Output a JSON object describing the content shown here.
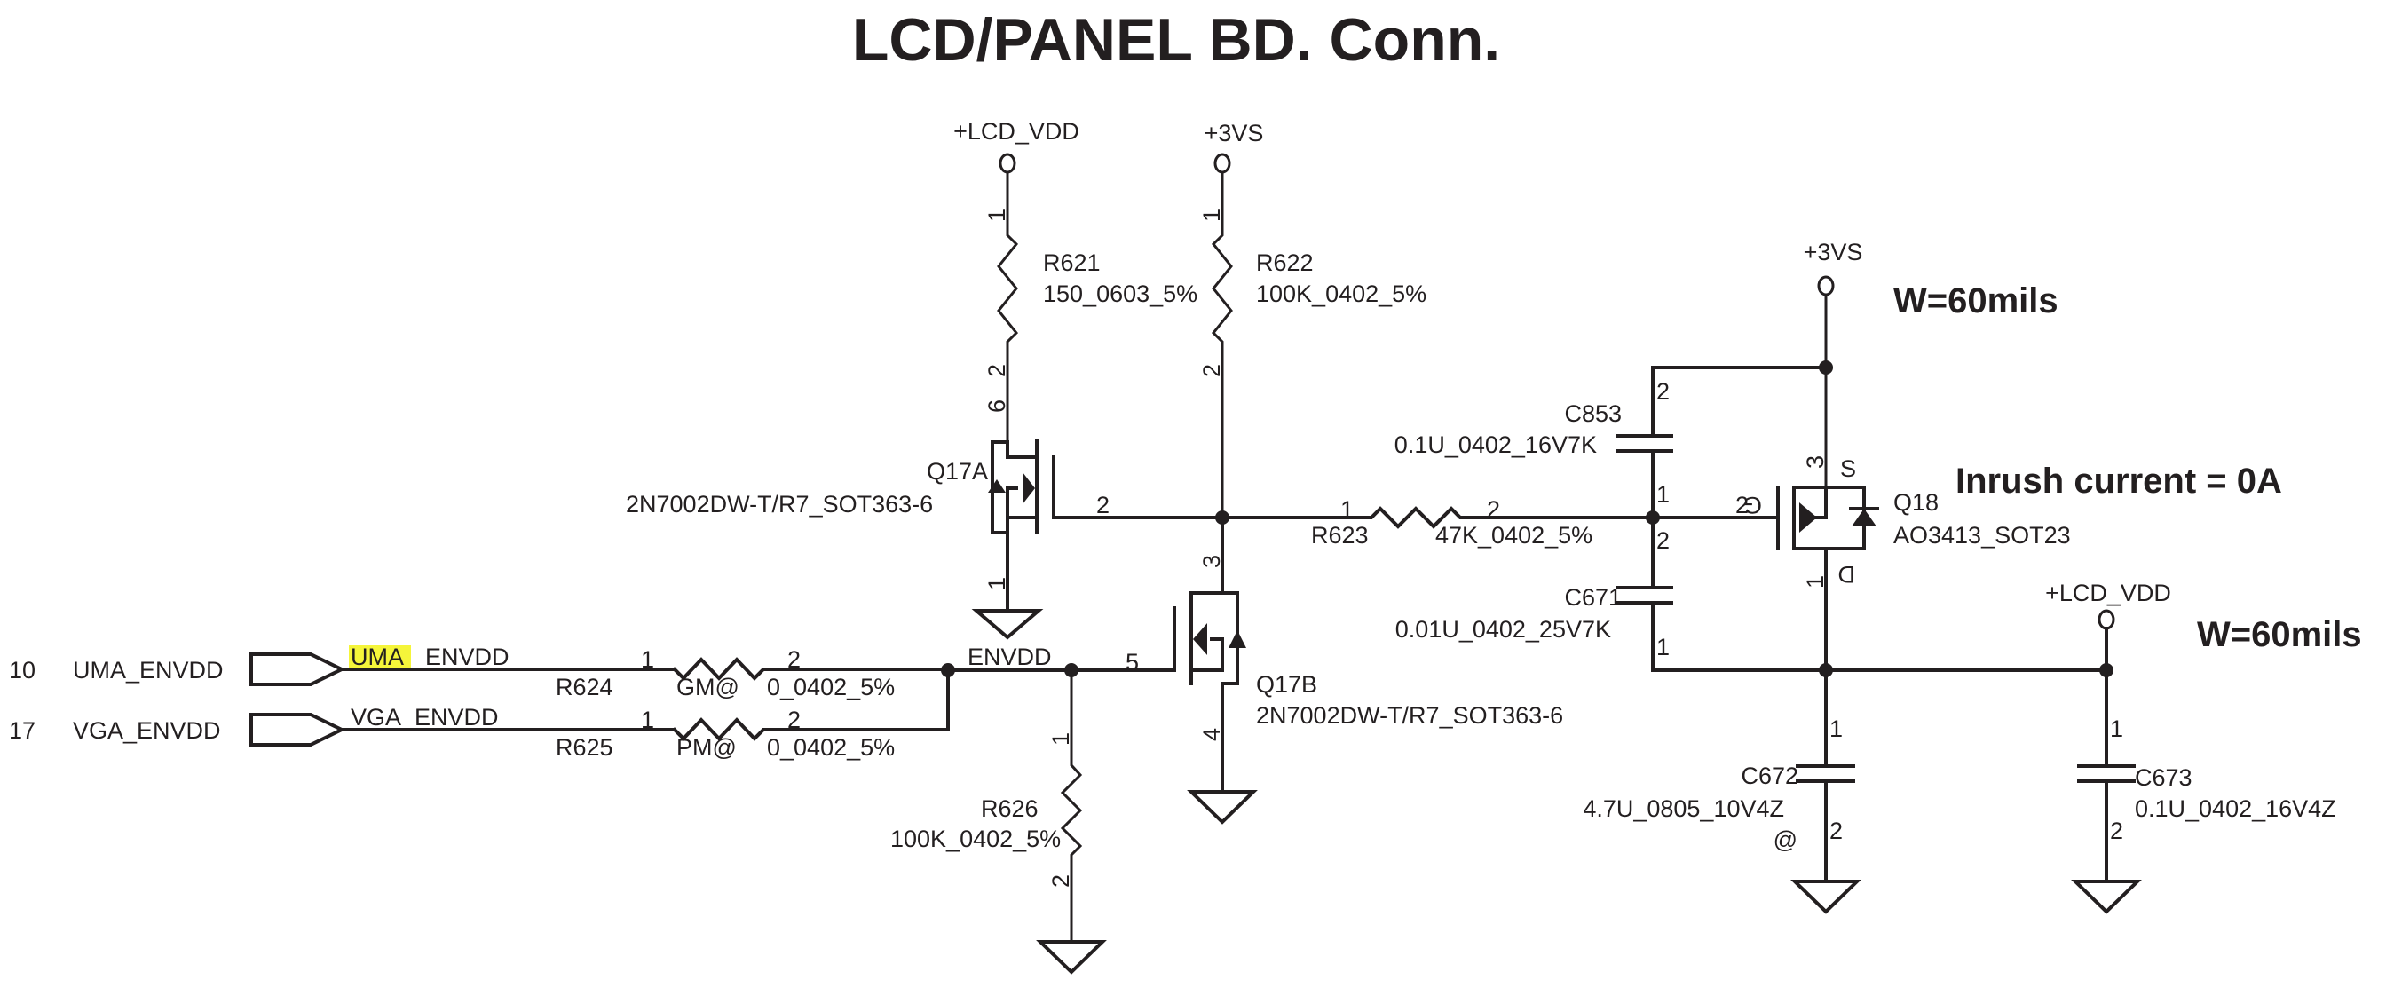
{
  "title": "LCD/PANEL BD. Conn.",
  "highlight_color": "#f5f53a",
  "notes": {
    "w_top": "W=60mils",
    "w_bottom": "W=60mils",
    "inrush": "Inrush current = 0A"
  },
  "ports": [
    {
      "pin": "10",
      "name": "UMA_ENVDD",
      "net_highlight": "UMA",
      "net_rest": "_ENVDD"
    },
    {
      "pin": "17",
      "name": "VGA_ENVDD",
      "net": "VGA_ENVDD"
    }
  ],
  "power": {
    "lcd_vdd_left": "+LCD_VDD",
    "v3vs_mid": "+3VS",
    "v3vs_right": "+3VS",
    "lcd_vdd_right": "+LCD_VDD"
  },
  "nets": {
    "envdd": "ENVDD"
  },
  "resistors": {
    "R621": {
      "ref": "R621",
      "value": "150_0603_5%",
      "pin1": "1",
      "pin2": "2"
    },
    "R622": {
      "ref": "R622",
      "value": "100K_0402_5%",
      "pin1": "1",
      "pin2": "2"
    },
    "R623": {
      "ref": "R623",
      "value": "47K_0402_5%",
      "pin1": "1",
      "pin2": "2"
    },
    "R624": {
      "ref": "R624",
      "option": "GM@",
      "value": "0_0402_5%",
      "pin1": "1",
      "pin2": "2"
    },
    "R625": {
      "ref": "R625",
      "option": "PM@",
      "value": "0_0402_5%",
      "pin1": "1",
      "pin2": "2"
    },
    "R626": {
      "ref": "R626",
      "value": "100K_0402_5%",
      "pin1": "1",
      "pin2": "2"
    }
  },
  "capacitors": {
    "C853": {
      "ref": "C853",
      "value": "0.1U_0402_16V7K",
      "pin1": "1",
      "pin2": "2"
    },
    "C671": {
      "ref": "C671",
      "value": "0.01U_0402_25V7K",
      "pin1": "1",
      "pin2": "2"
    },
    "C672": {
      "ref": "C672",
      "value": "4.7U_0805_10V4Z",
      "option": "@",
      "pin1": "1",
      "pin2": "2"
    },
    "C673": {
      "ref": "C673",
      "value": "0.1U_0402_16V4Z",
      "pin1": "1",
      "pin2": "2"
    }
  },
  "transistors": {
    "Q17A": {
      "ref": "Q17A",
      "part": "2N7002DW-T/R7_SOT363-6",
      "pin_d": "6",
      "pin_g": "2",
      "pin_s": "1"
    },
    "Q17B": {
      "ref": "Q17B",
      "part": "2N7002DW-T/R7_SOT363-6",
      "pin_d": "3",
      "pin_g": "5",
      "pin_s": "4"
    },
    "Q18": {
      "ref": "Q18",
      "part": "AO3413_SOT23",
      "pin_s": "3",
      "pin_g": "2",
      "pin_d": "1",
      "s_label": "S",
      "g_label": "G",
      "d_label": "D"
    }
  }
}
